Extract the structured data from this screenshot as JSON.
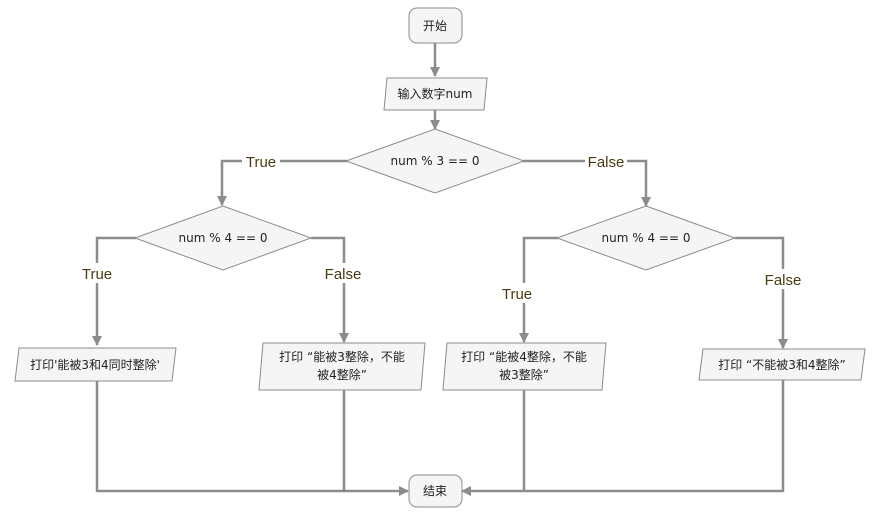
{
  "nodes": {
    "start": "开始",
    "input": "输入数字num",
    "cond_mod3": "num % 3 == 0",
    "cond_mod4_left": "num % 4 == 0",
    "cond_mod4_right": "num % 4 == 0",
    "print_both": "打印'能被3和4同时整除'",
    "print_3_not_4_line1": "打印 “能被3整除，不能",
    "print_3_not_4_line2": "被4整除”",
    "print_4_not_3_line1": "打印 “能被4整除，不能",
    "print_4_not_3_line2": "被3整除”",
    "print_neither": "打印 “不能被3和4整除”",
    "end": "结束"
  },
  "edge_labels": {
    "mod3_true": "True",
    "mod3_false": "False",
    "left_true": "True",
    "left_false": "False",
    "right_true": "True",
    "right_false": "False"
  }
}
